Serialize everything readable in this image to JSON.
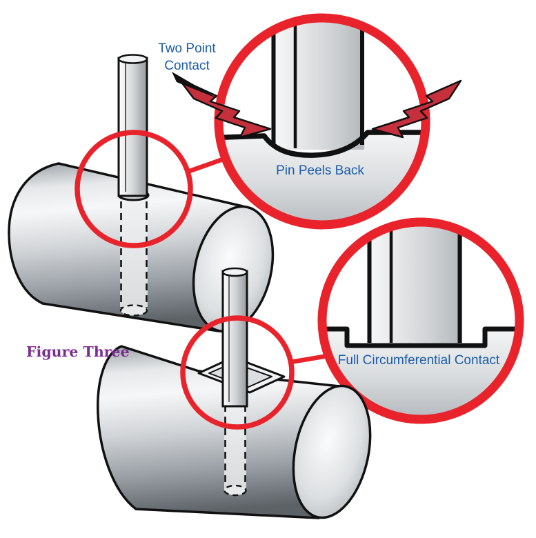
{
  "figure_label": "Figure Three",
  "callouts": {
    "two_point": {
      "pointer_line1": "Two Point",
      "pointer_line2": "Contact",
      "detail_label": "Pin Peels Back"
    },
    "full_contact": {
      "detail_label": "Full Circumferential Contact"
    }
  },
  "colors": {
    "highlight_red": "#e8232b",
    "arrow_red": "#c5303c",
    "label_blue": "#1b5cad",
    "figure_purple": "#7c2d92"
  }
}
